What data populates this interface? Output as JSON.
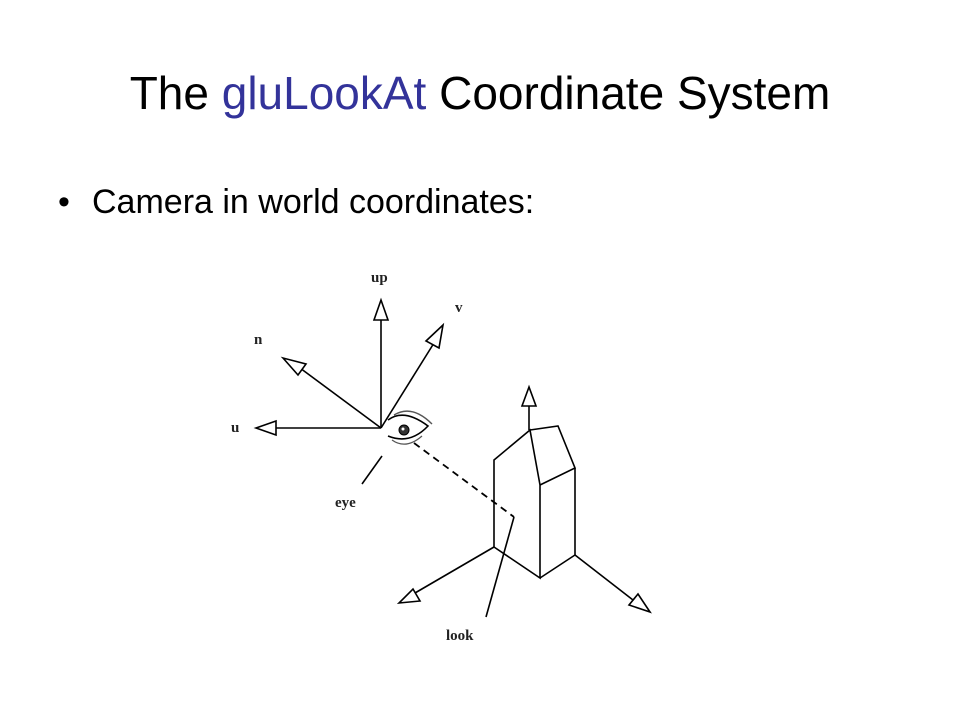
{
  "slide": {
    "title_prefix": "The ",
    "title_highlight": "gluLookAt",
    "title_suffix": " Coordinate System",
    "accent_color": "#33339a",
    "bullets": [
      {
        "symbol": "•",
        "text": "Camera in world coordinates:"
      }
    ]
  },
  "diagram": {
    "labels": {
      "up": "up",
      "v": "v",
      "n": "n",
      "u": "u",
      "eye": "eye",
      "look": "look"
    }
  }
}
